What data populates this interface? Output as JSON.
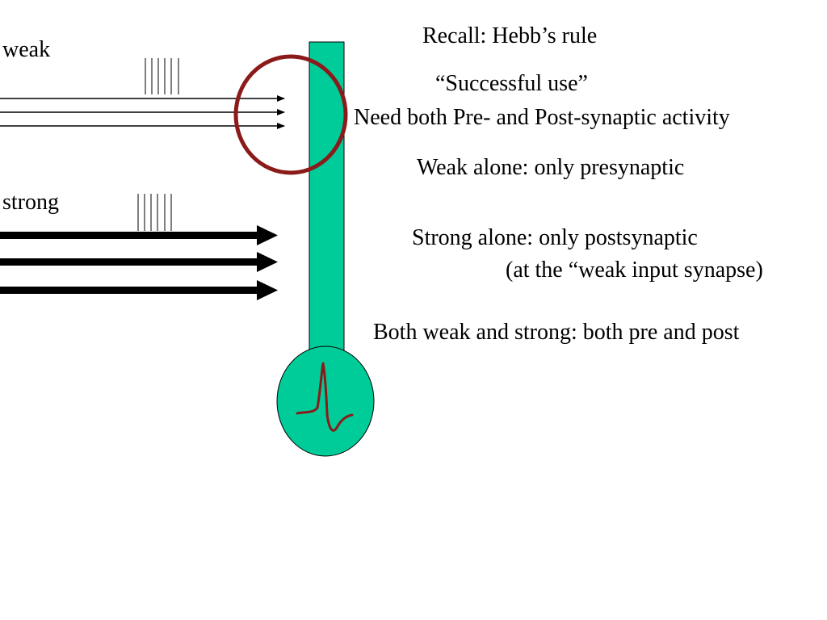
{
  "labels": {
    "weak": "weak",
    "strong": "strong"
  },
  "notes": {
    "recall": "Recall: Hebb’s rule",
    "successful_use": "“Successful use”",
    "need_both": "Need both Pre- and Post-synaptic activity",
    "weak_alone": "Weak alone: only presynaptic",
    "strong_alone": "Strong alone: only postsynaptic",
    "strong_alone_note": "(at the “weak input synapse)",
    "both": "Both weak and strong: both pre and post"
  },
  "colors": {
    "neuron_fill": "#00cc99",
    "circle_stroke": "#8b1a1a",
    "spike_trace": "#8b1a1a",
    "line": "#000000",
    "background": "#ffffff"
  },
  "diagram": {
    "weak_input_count": 3,
    "strong_input_count": 3,
    "weak_spike_count": 6,
    "strong_spike_count": 6
  }
}
